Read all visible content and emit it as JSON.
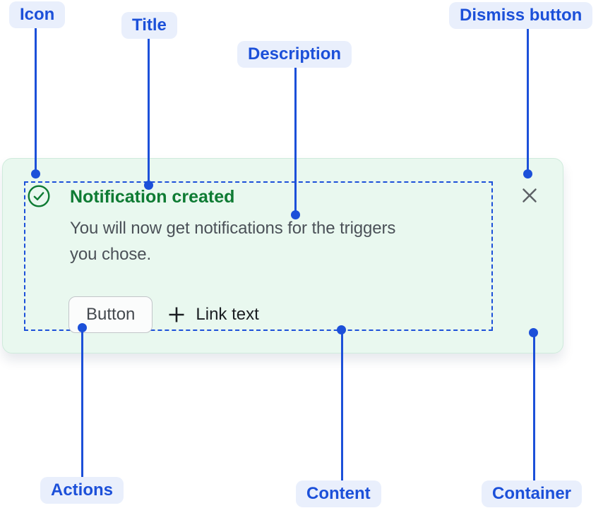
{
  "annotations": {
    "icon": "Icon",
    "title": "Title",
    "description": "Description",
    "dismiss": "Dismiss button",
    "actions": "Actions",
    "content": "Content",
    "container": "Container"
  },
  "notification": {
    "title": "Notification created",
    "description": "You will now get notifications for the triggers you chose.",
    "description_lines": [
      "You will now get notifications for the triggers",
      "you chose."
    ],
    "button_label": "Button",
    "link_label": "Link text",
    "status_icon": "check-circle-icon",
    "link_icon": "plus-icon",
    "dismiss_icon": "close-icon"
  },
  "colors": {
    "annotation_blue": "#1c50d9",
    "annotation_pill_bg": "#e9effc",
    "card_bg": "#e9f8ef",
    "card_border": "#cfebdc",
    "content_outline": "#1c50d9",
    "success_green": "#0e7b33",
    "description_text": "#4b5158",
    "link_text": "#1b1e22",
    "dismiss_gray": "#5e6267",
    "button_bg": "#fbfcfc",
    "button_border": "#c2c5c9"
  }
}
